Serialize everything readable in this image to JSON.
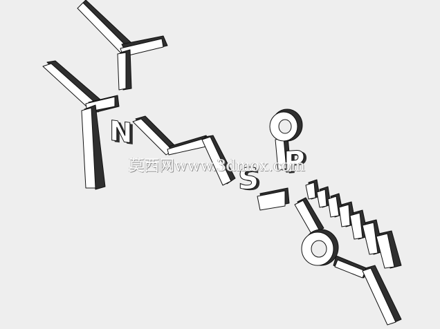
{
  "scene": {
    "background": "#eeeeee",
    "face_color": "#ffffff",
    "side_color": "#2f2f2f",
    "edge_color": "#111111"
  },
  "atoms": {
    "nitrogen": "N",
    "sulfur": "S",
    "phosphorus": "P",
    "oxygen_top": "O",
    "oxygen_bottom": "O"
  },
  "watermark": {
    "text": "莫西网www.3dmox.com"
  }
}
